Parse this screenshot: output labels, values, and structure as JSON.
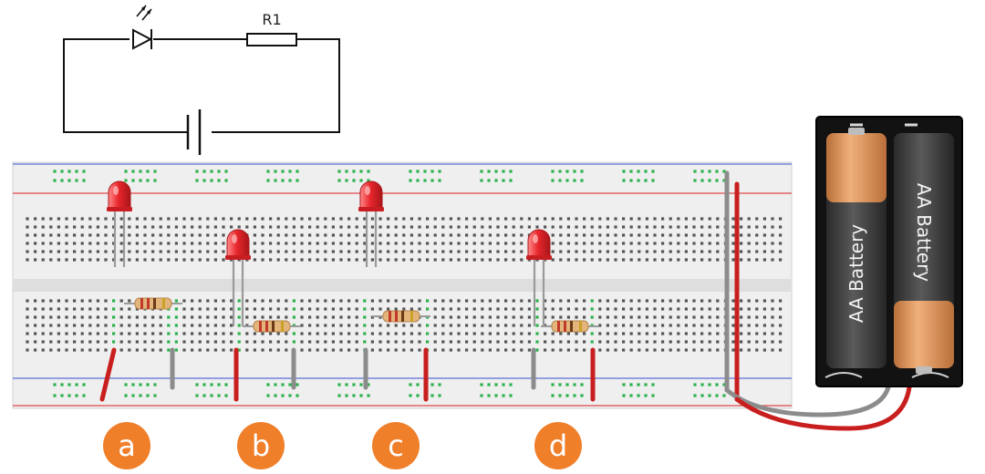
{
  "schematic": {
    "resistor_label": "R1"
  },
  "battery_labels": [
    "AA Battery",
    "AA Battery"
  ],
  "circuit_labels": [
    "a",
    "b",
    "c",
    "d"
  ],
  "colors": {
    "led": "#e8262c",
    "label_circle": "#f07f2a",
    "wire_red": "#c81e1e",
    "wire_gray": "#8c8c8c",
    "breadboard": "#eeeeee",
    "hole_green": "#2bb24c",
    "rail_red": "#e04848",
    "rail_blue": "#5a6fd8",
    "battery_copper": "#d9925a",
    "battery_body": "#3b3b3b"
  }
}
